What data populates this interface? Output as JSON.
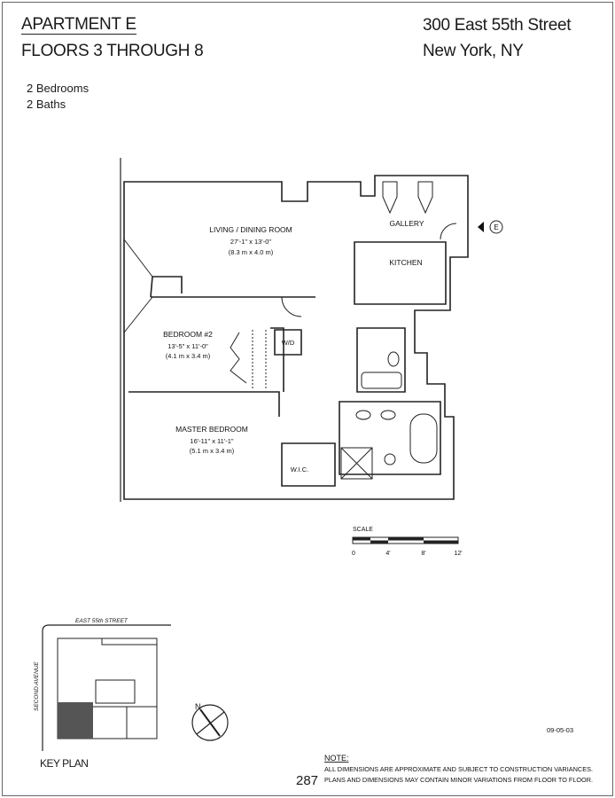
{
  "header": {
    "apartment": "APARTMENT E",
    "floors": "FLOORS 3 THROUGH 8",
    "address_line1": "300 East 55th Street",
    "address_line2": "New York, NY",
    "bedrooms": "2 Bedrooms",
    "baths": "2 Baths"
  },
  "rooms": {
    "living": {
      "name": "LIVING / DINING ROOM",
      "dim_imperial": "27'-1\" x 13'-0\"",
      "dim_metric": "(8.3 m x 4.0 m)"
    },
    "gallery": {
      "name": "GALLERY"
    },
    "kitchen": {
      "name": "KITCHEN"
    },
    "bedroom2": {
      "name": "BEDROOM #2",
      "dim_imperial": "13'-5\" x 11'-0\"",
      "dim_metric": "(4.1 m x 3.4 m)"
    },
    "wd": {
      "name": "W/D"
    },
    "master": {
      "name": "MASTER BEDROOM",
      "dim_imperial": "16'-11\" x 11'-1\"",
      "dim_metric": "(5.1 m x 3.4 m)"
    },
    "wic": {
      "name": "W.I.C."
    }
  },
  "entry_marker": "E",
  "scale": {
    "label": "SCALE",
    "ticks": [
      "0",
      "4'",
      "8'",
      "12'"
    ]
  },
  "key_plan": {
    "street": "EAST 55th STREET",
    "avenue": "SECOND AVENUE",
    "title": "KEY PLAN",
    "north": "N"
  },
  "date": "09-05-03",
  "note": {
    "title": "NOTE:",
    "line1": "ALL DIMENSIONS ARE APPROXIMATE AND SUBJECT TO CONSTRUCTION VARIANCES.",
    "line2": "PLANS AND DIMENSIONS MAY CONTAIN MINOR VARIATIONS FROM FLOOR TO FLOOR."
  },
  "page_number": "287"
}
